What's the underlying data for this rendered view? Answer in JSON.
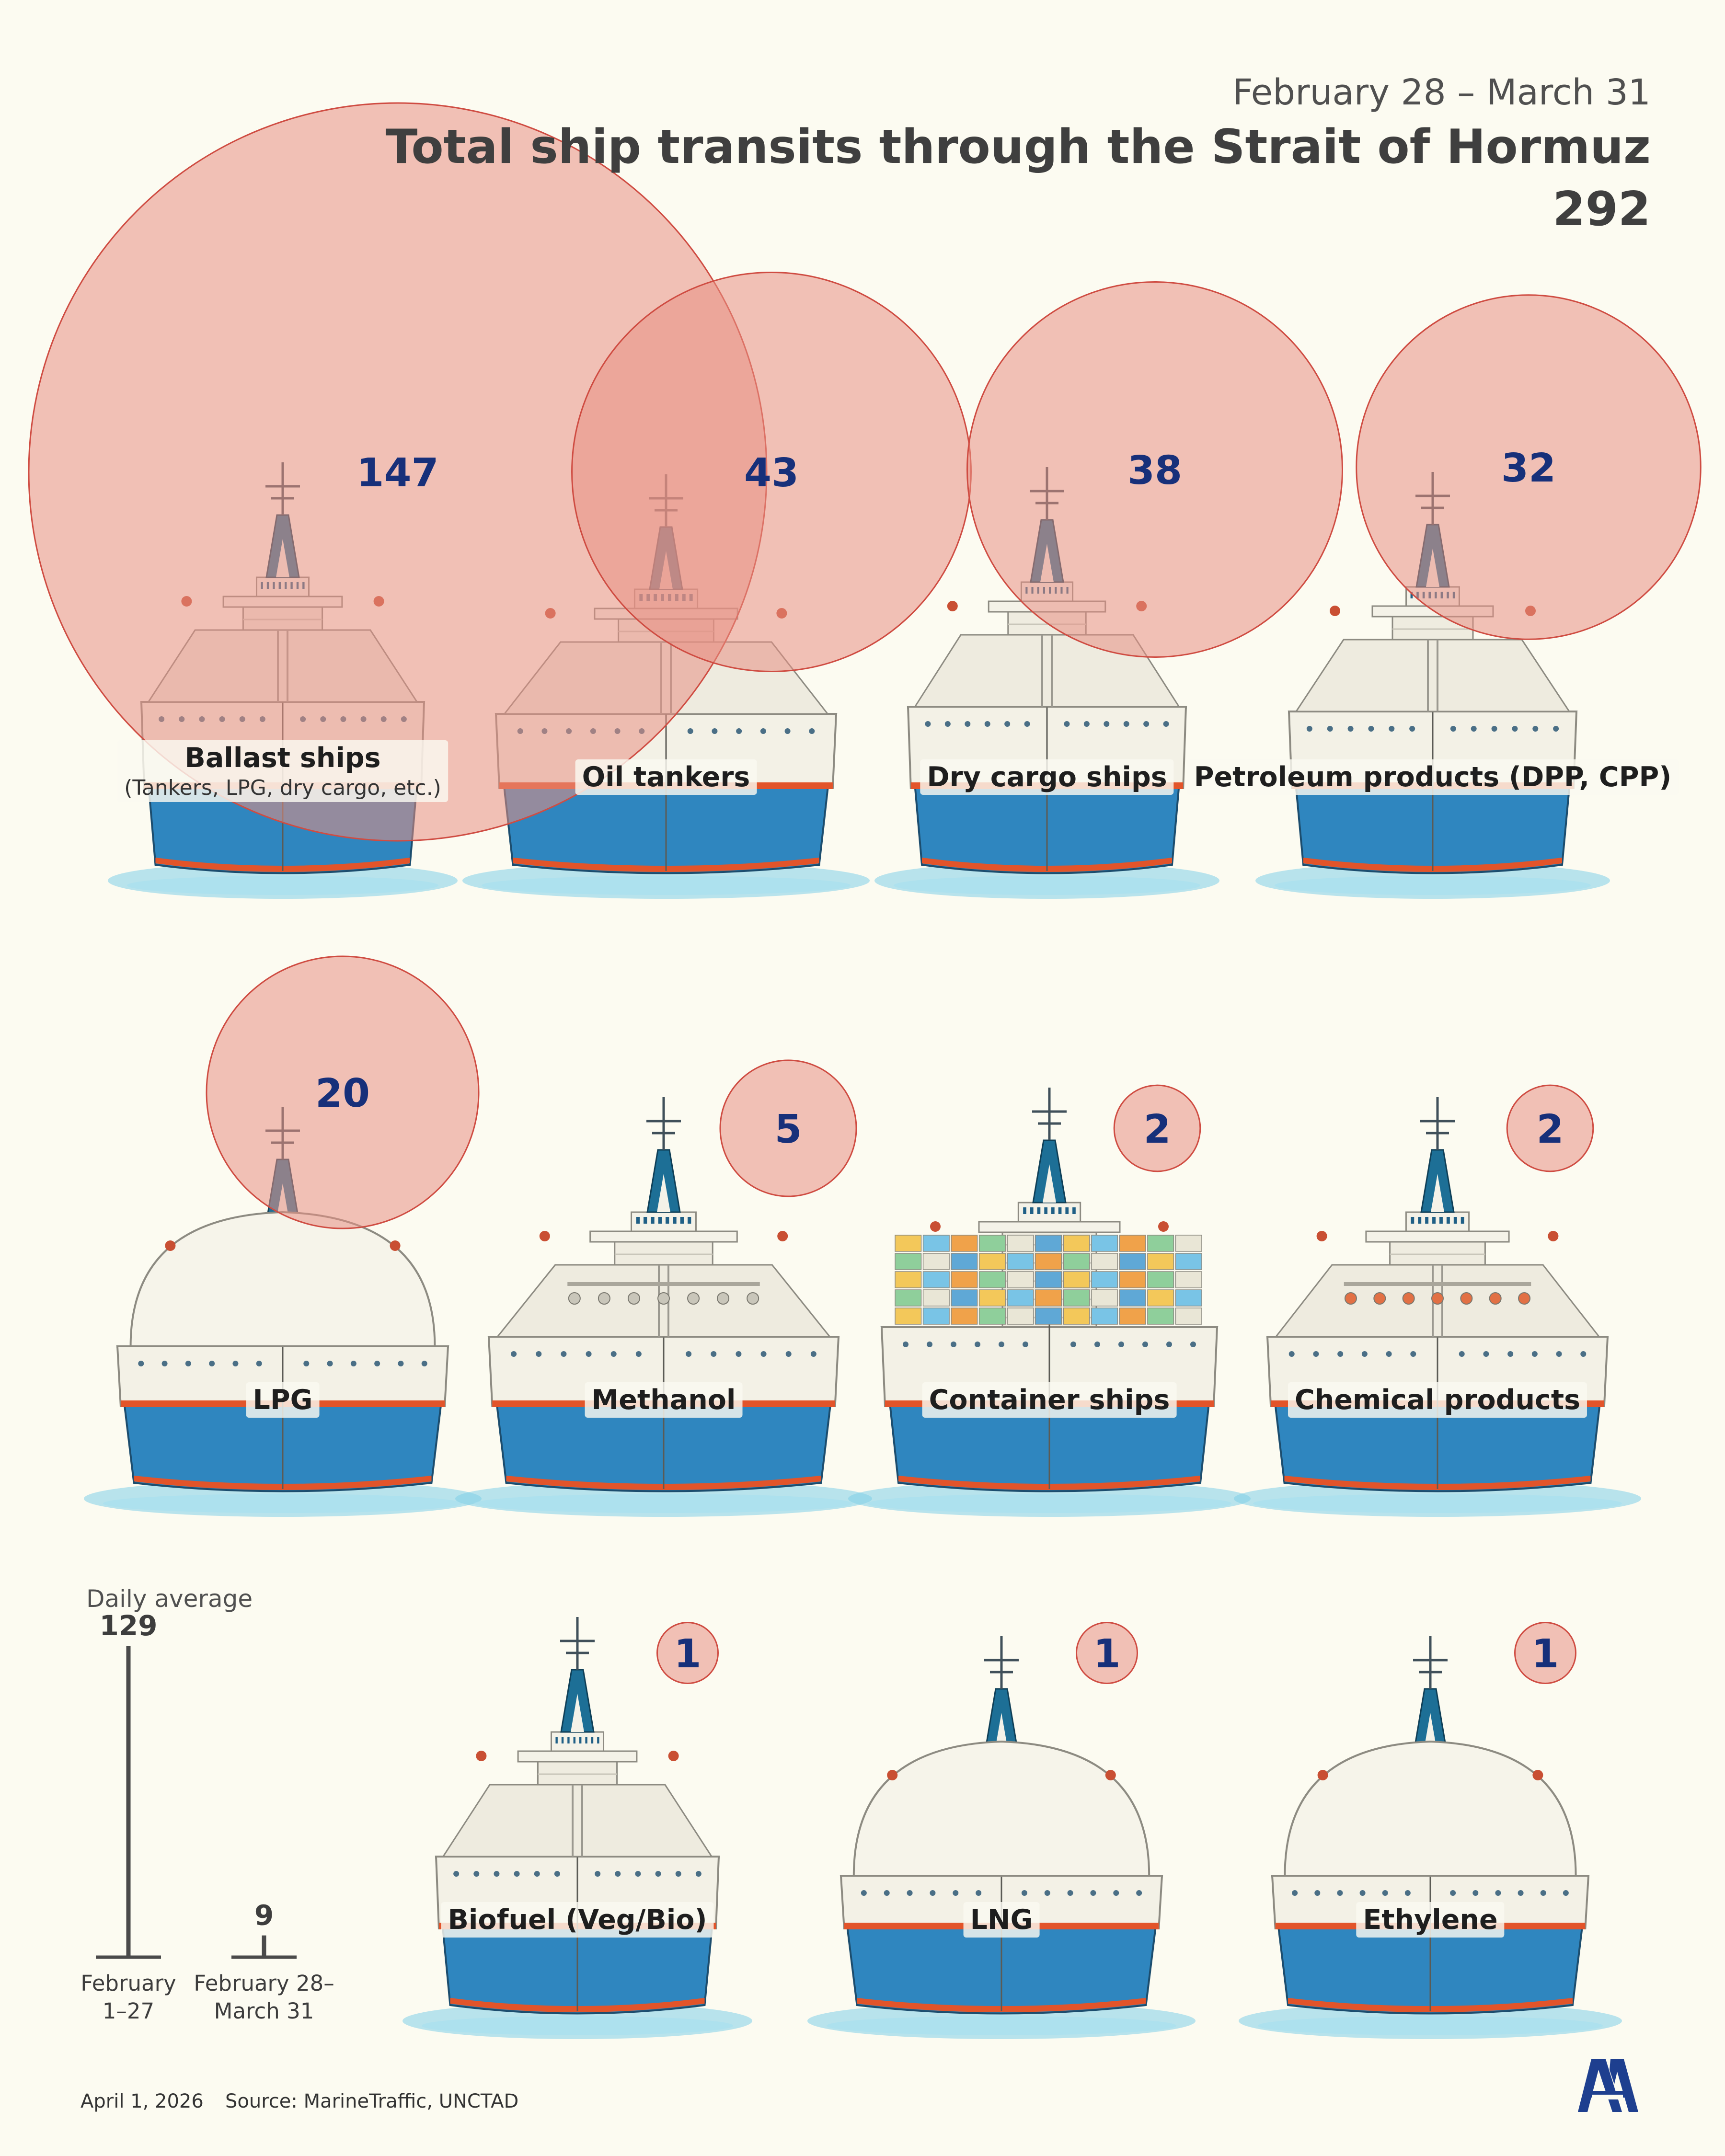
{
  "header": {
    "period": "February 28 – March 31",
    "title": "Total ship transits through the Strait of Hormuz",
    "total": "292"
  },
  "chart_data": [
    {
      "type": "bubble",
      "title": "Total ship transits through the Strait of Hormuz",
      "subtitle": "February 28 – March 31",
      "total": 292,
      "categories": [
        {
          "label": "Ballast ships",
          "sublabel": "(Tankers, LPG, dry cargo, etc.)",
          "value": 147,
          "ship": "tanker"
        },
        {
          "label": "Oil tankers",
          "value": 43,
          "ship": "tanker"
        },
        {
          "label": "Dry cargo ships",
          "value": 38,
          "ship": "cargo"
        },
        {
          "label": "Petroleum products (DPP, CPP)",
          "value": 32,
          "ship": "tanker"
        },
        {
          "label": "LPG",
          "value": 20,
          "ship": "gas"
        },
        {
          "label": "Methanol",
          "value": 5,
          "ship": "methanol"
        },
        {
          "label": "Container ships",
          "value": 2,
          "ship": "container"
        },
        {
          "label": "Chemical products",
          "value": 2,
          "ship": "chemical"
        },
        {
          "label": "Biofuel (Veg/Bio)",
          "value": 1,
          "ship": "tanker"
        },
        {
          "label": "LNG",
          "value": 1,
          "ship": "gas"
        },
        {
          "label": "Ethylene",
          "value": 1,
          "ship": "gas"
        }
      ],
      "colors": {
        "bubble_fill": "#e88f84",
        "bubble_stroke": "#cf4c42",
        "value_text": "#17307a",
        "hull_blue": "#2f86bf",
        "hull_orange": "#e2542a",
        "water": "#7fcfe8"
      }
    },
    {
      "type": "bar",
      "title": "Daily average",
      "categories": [
        "February 1–27",
        "February 28–March 31"
      ],
      "values": [
        129,
        9
      ],
      "value_labels": [
        "129",
        "9"
      ],
      "category_lines": [
        [
          "February",
          "1–27"
        ],
        [
          "February 28–",
          "March 31"
        ]
      ]
    }
  ],
  "footer": {
    "date": "April 1, 2026",
    "source": "Source: MarineTraffic, UNCTAD"
  },
  "logo": {
    "icon": "aa-logo-icon",
    "color": "#1e3f8f"
  }
}
